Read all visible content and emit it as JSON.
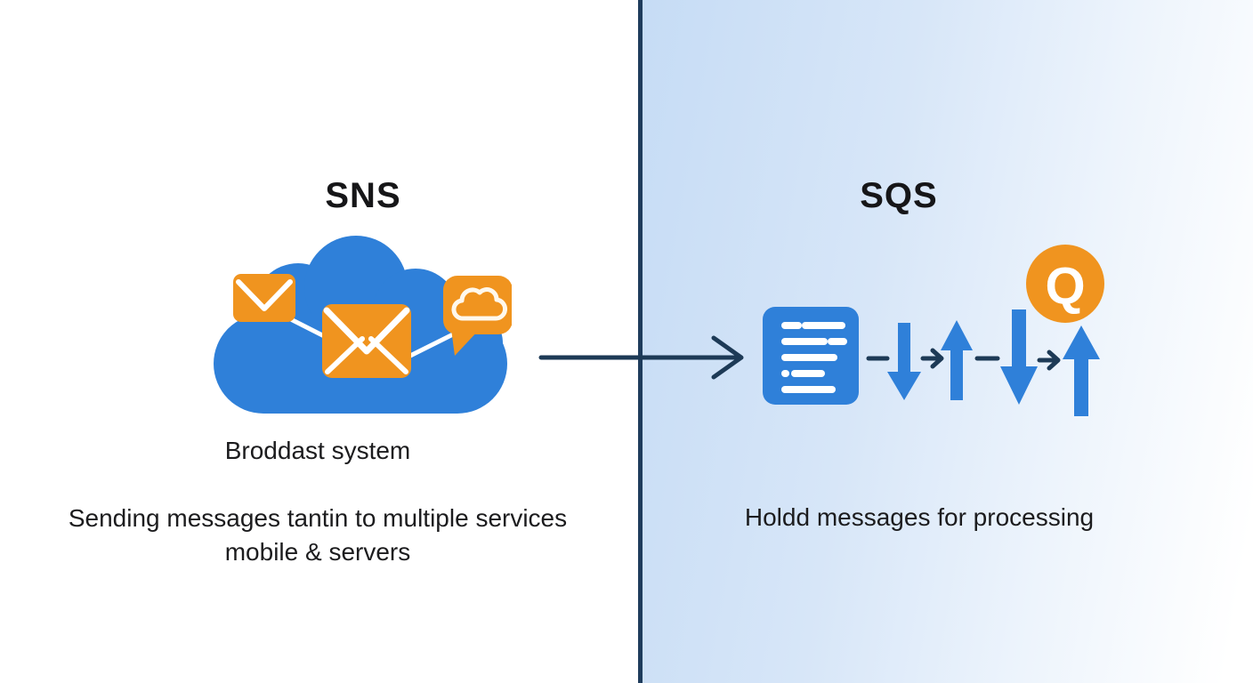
{
  "left_panel": {
    "title": "SNS",
    "caption": "Broddast system",
    "description_line1": "Sending messages tantin to multiple services",
    "description_line2": "mobile & servers",
    "icon": "cloud-with-envelopes-and-chat-bubble-icon"
  },
  "right_panel": {
    "title": "SQS",
    "description": "Holdd messages for processing",
    "badge_letter": "Q",
    "icon": "message-list-with-queue-arrows-icon"
  },
  "connector": {
    "icon": "right-arrow-icon"
  },
  "colors": {
    "primary_blue": "#2f80d9",
    "accent_orange": "#f0941f",
    "divider_navy": "#1f3c5c",
    "arrow_navy": "#1d3a56",
    "panel_gradient_blue": "#c6dcf5",
    "text": "#1c1c1e",
    "background": "#ffffff"
  }
}
